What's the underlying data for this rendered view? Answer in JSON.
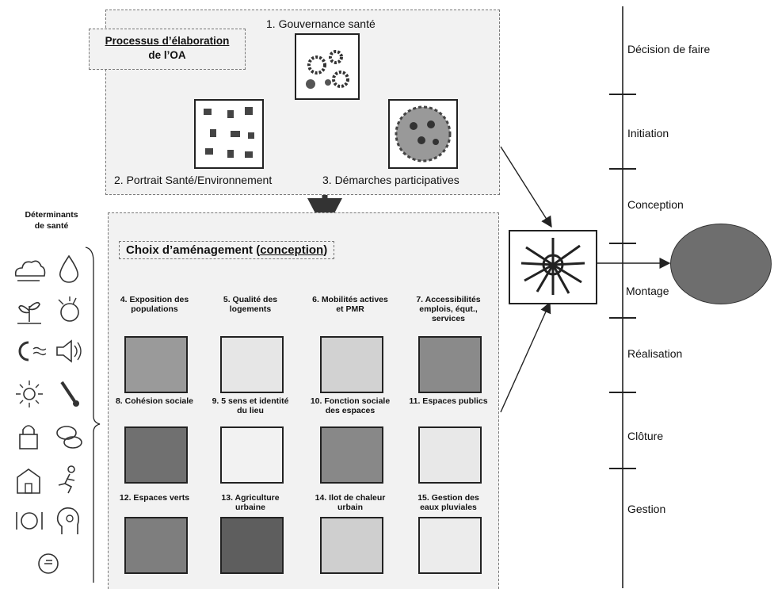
{
  "process_label": "Processus d'élaboration de l'OA",
  "process_label_lines": [
    "Processus d’élaboration",
    "de l’OA"
  ],
  "step1": "1. Gouvernance santé",
  "step2": "2. Portrait Santé/Environnement",
  "step3": "3. Démarches participatives",
  "determinants_title_lines": [
    "Déterminants",
    "de santé"
  ],
  "choice_prefix": "Choix d’aménagement (",
  "choice_link": "conception",
  "choice_suffix": ")",
  "tiles": [
    {
      "label_lines": [
        "4. Exposition des",
        "populations"
      ]
    },
    {
      "label_lines": [
        "5. Qualité des",
        "logements"
      ]
    },
    {
      "label_lines": [
        "6. Mobilités actives",
        "et PMR"
      ]
    },
    {
      "label_lines": [
        "7. Accessibilités",
        "emplois, équt.,",
        "services"
      ]
    },
    {
      "label_lines": [
        "8. Cohésion sociale"
      ]
    },
    {
      "label_lines": [
        "9. 5 sens et identité",
        "du lieu"
      ]
    },
    {
      "label_lines": [
        "10. Fonction sociale",
        "des espaces"
      ]
    },
    {
      "label_lines": [
        "11. Espaces publics"
      ]
    },
    {
      "label_lines": [
        "12. Espaces verts"
      ]
    },
    {
      "label_lines": [
        "13. Agriculture",
        "urbaine"
      ]
    },
    {
      "label_lines": [
        "14. Ilot de chaleur",
        "urbain"
      ]
    },
    {
      "label_lines": [
        "15. Gestion des",
        "eaux pluviales"
      ]
    }
  ],
  "phases": [
    "Décision de faire",
    "Initiation",
    "Conception",
    "Montage",
    "Réalisation",
    "Clôture",
    "Gestion"
  ],
  "determinant_icons": [
    "air-quality-icon",
    "water-drop-icon",
    "plant-icon",
    "allergen-icon",
    "magnet-noise-icon",
    "loudspeaker-icon",
    "sun-icon",
    "thermometer-icon",
    "padlock-icon",
    "speech-bubbles-icon",
    "school-building-icon",
    "running-person-icon",
    "plate-meal-icon",
    "head-mind-icon",
    "coin-icon"
  ]
}
